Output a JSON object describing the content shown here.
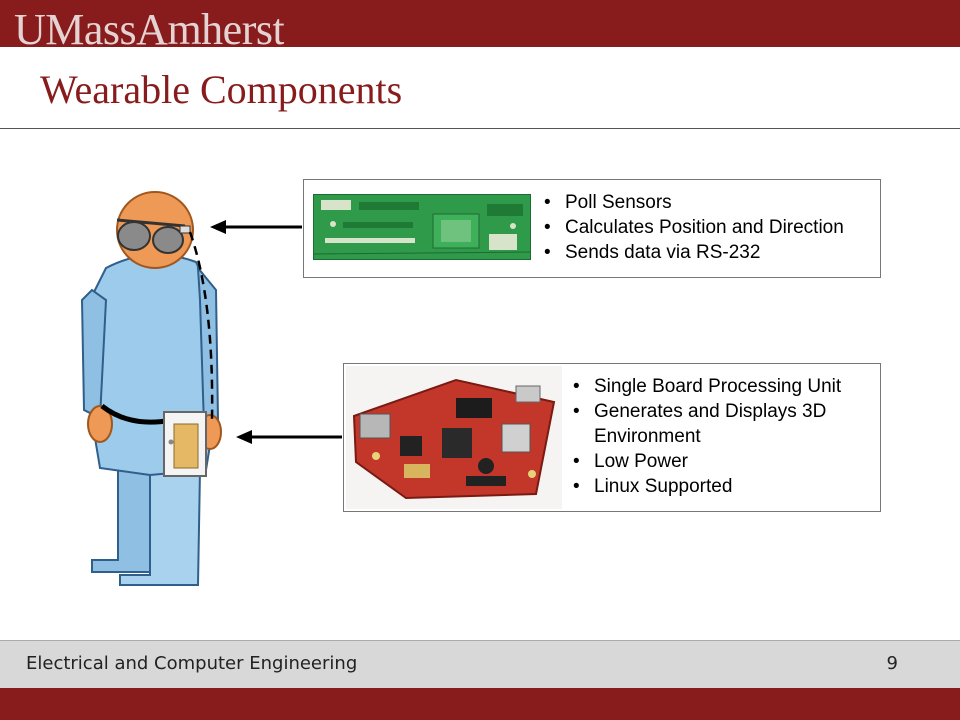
{
  "header": {
    "logo_text": "UMassAmherst",
    "brand_color": "#881c1c"
  },
  "slide": {
    "title": "Wearable Components",
    "panels": [
      {
        "name": "sensor-board",
        "image_icon": "green-pcb-image",
        "bullets": [
          "Poll Sensors",
          "Calculates Position and Direction",
          "Sends data via RS-232"
        ]
      },
      {
        "name": "processing-board",
        "image_icon": "red-single-board-computer-image",
        "bullets": [
          "Single Board Processing Unit",
          "Generates and Displays 3D Environment",
          "Low Power",
          "Linux Supported"
        ]
      }
    ],
    "figure_icon": "person-with-glasses-and-belt-device-icon"
  },
  "footer": {
    "department": "Electrical and Computer Engineering",
    "page_number": "9"
  }
}
